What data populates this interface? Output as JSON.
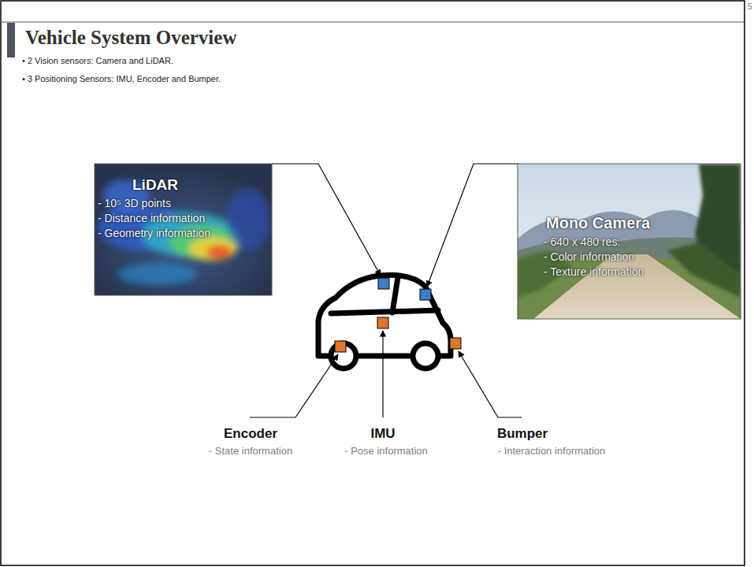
{
  "diagram": {
    "title": "Vehicle System Overview",
    "nodes": [
      {
        "text": [
          "LiDAR",
          "- 10⁵ 3D points",
          "- Distance information",
          "- Geometry information"
        ]
      },
      {
        "text": [
          "Mono Camera",
          "- 640 x 480 res.",
          "- Color information",
          "- Texture information"
        ]
      }
    ],
    "labels": [
      "5",
      "• 2 Vision sensors: Camera and LiDAR.",
      "• 3 Positioning Sensors: IMU, Encoder and Bumper.",
      "Encoder",
      "- State information",
      "IMU",
      "- Pose information",
      "Bumper",
      "- Interaction information"
    ]
  }
}
